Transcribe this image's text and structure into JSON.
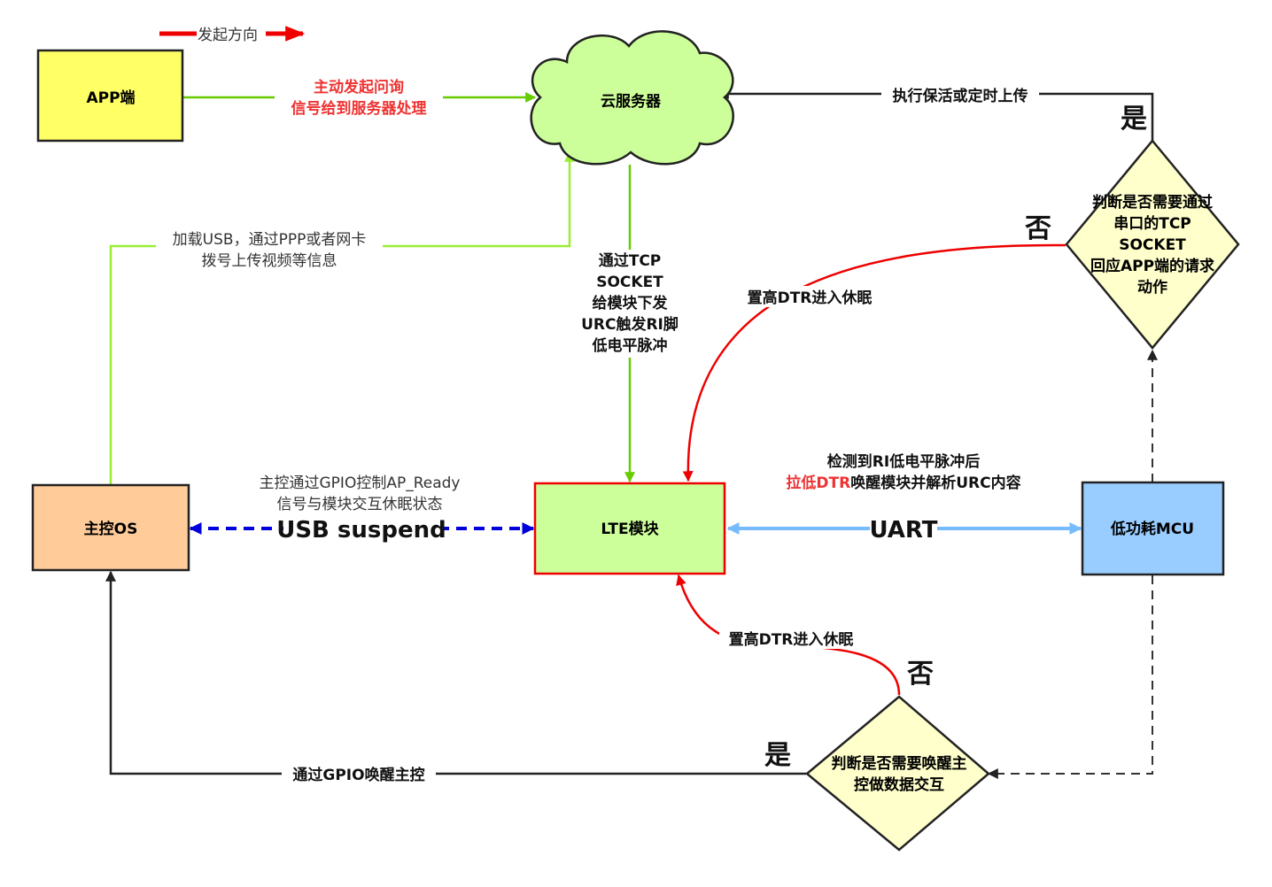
{
  "legend": {
    "label": "发起方向",
    "color": "#ee0000"
  },
  "nodes": {
    "app": {
      "label": "APP端",
      "fill": "#ffff66"
    },
    "cloud": {
      "label": "云服务器",
      "fill": "#ccff99"
    },
    "host": {
      "label": "主控OS",
      "fill": "#ffcc99"
    },
    "lte": {
      "label": "LTE模块",
      "fill": "#ccff99",
      "stroke": "#ee0000"
    },
    "mcu": {
      "label": "低功耗MCU",
      "fill": "#99ccff"
    },
    "decision_top": {
      "lines": [
        "判断是否需要通过",
        "串口的TCP",
        "SOCKET",
        "回应APP端的请求",
        "动作"
      ],
      "fill": "#ffffcc"
    },
    "decision_bottom": {
      "lines": [
        "判断是否需要唤醒主",
        "控做数据交互"
      ],
      "fill": "#ffffcc"
    }
  },
  "edges": {
    "app_to_cloud": {
      "lines": [
        "主动发起问询",
        "信号给到服务器处理"
      ],
      "color": "#66cc00",
      "text_color": "#ee3333"
    },
    "host_to_cloud": {
      "lines": [
        "加载USB，通过PPP或者网卡",
        "拨号上传视频等信息"
      ],
      "color": "#99ee33"
    },
    "cloud_to_lte": {
      "lines": [
        "通过TCP",
        "SOCKET",
        "给模块下发",
        "URC触发RI脚",
        "低电平脉冲"
      ],
      "color": "#66cc00"
    },
    "host_lte_usb": {
      "label": "USB suspend",
      "lines": [
        "主控通过GPIO控制AP_Ready",
        "信号与模块交互休眠状态"
      ],
      "color": "#0000dd"
    },
    "lte_mcu_uart": {
      "label": "UART",
      "line1": "检测到RI低电平脉冲后",
      "line2_red": "拉低DTR",
      "line2_rest": "唤醒模块并解析URC内容",
      "color": "#77bbff"
    },
    "top_yes": {
      "label": "执行保活或定时上传",
      "yes": "是"
    },
    "top_no": {
      "label": "置高DTR进入休眠",
      "no": "否",
      "color": "#ee0000"
    },
    "bottom_no": {
      "label": "置高DTR进入休眠",
      "no": "否",
      "color": "#ee0000"
    },
    "bottom_yes": {
      "label": "通过GPIO唤醒主控",
      "yes": "是"
    }
  }
}
